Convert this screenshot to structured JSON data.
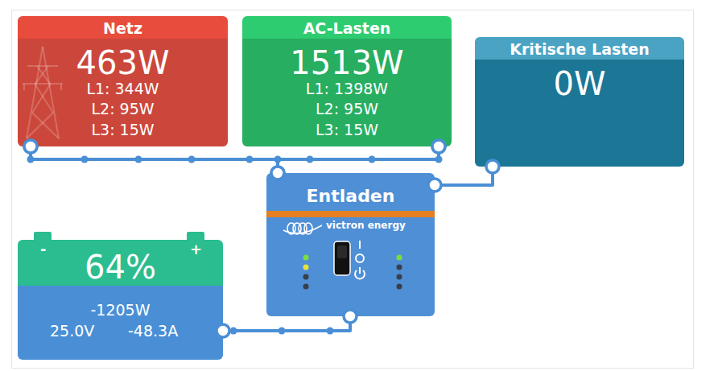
{
  "diagram": {
    "nodes": [
      {
        "text": [
          "Netz",
          "463W",
          "L1: 344W",
          "L2: 95W",
          "L3: 15W"
        ]
      },
      {
        "text": [
          "AC-Lasten",
          "1513W",
          "L1: 1398W",
          "L2: 95W",
          "L3: 15W"
        ]
      },
      {
        "text": [
          "Kritische Lasten",
          "0W"
        ]
      },
      {
        "text": [
          "Entladen",
          "victron energy"
        ]
      },
      {
        "text": [
          "-",
          "+",
          "64%",
          "-1205W",
          "25.0V",
          "-48.3A"
        ]
      }
    ],
    "edges": [
      {
        "from": 0,
        "to": 1,
        "arrow": "none"
      },
      {
        "from": 0,
        "to": 3,
        "arrow": "none"
      },
      {
        "from": 1,
        "to": 3,
        "arrow": "none"
      },
      {
        "from": 3,
        "to": 2,
        "arrow": "none"
      },
      {
        "from": 4,
        "to": 3,
        "arrow": "none"
      }
    ]
  }
}
